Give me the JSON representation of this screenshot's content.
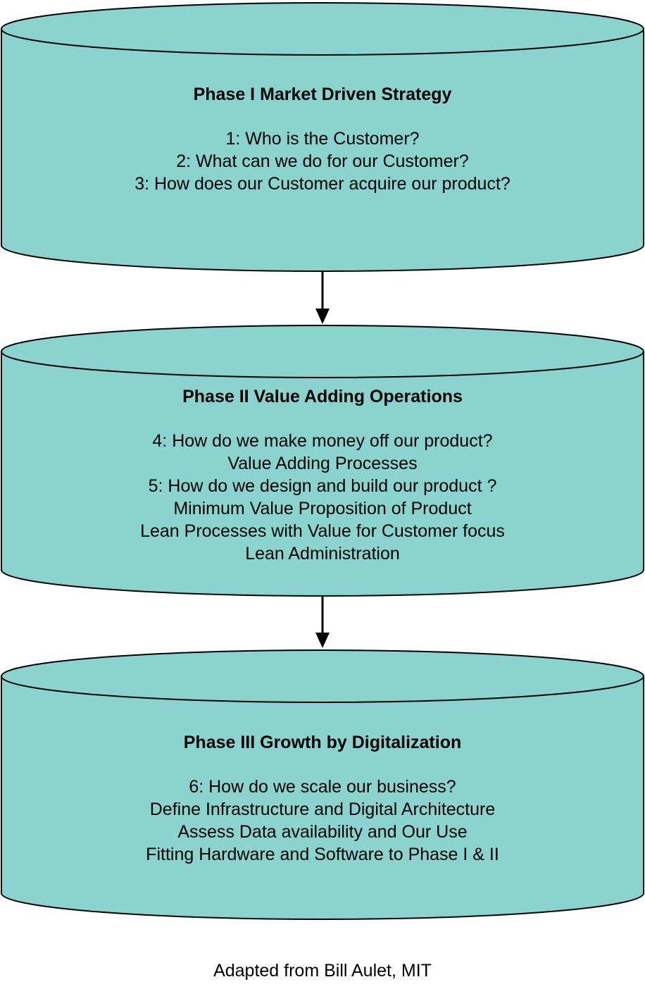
{
  "colors": {
    "cylinder_fill": "#8ad3cf",
    "stroke": "#000000",
    "text": "#000000"
  },
  "phases": [
    {
      "title": "Phase I Market Driven Strategy",
      "lines": [
        "1: Who is the Customer?",
        "2: What can we do for our Customer?",
        "3: How does our Customer acquire our product?"
      ]
    },
    {
      "title": "Phase II Value Adding Operations",
      "lines": [
        "4: How do we make money off our product?",
        "Value Adding Processes",
        "5: How do we design and build our product ?",
        "Minimum Value Proposition of Product",
        "Lean Processes with Value for Customer focus",
        "Lean Administration"
      ]
    },
    {
      "title": "Phase III Growth by Digitalization",
      "lines": [
        "6: How do we scale our business?",
        "Define Infrastructure and Digital Architecture",
        "Assess Data availability and Our Use",
        "Fitting Hardware and Software to Phase I & II"
      ]
    }
  ],
  "credit": "Adapted from Bill Aulet, MIT"
}
